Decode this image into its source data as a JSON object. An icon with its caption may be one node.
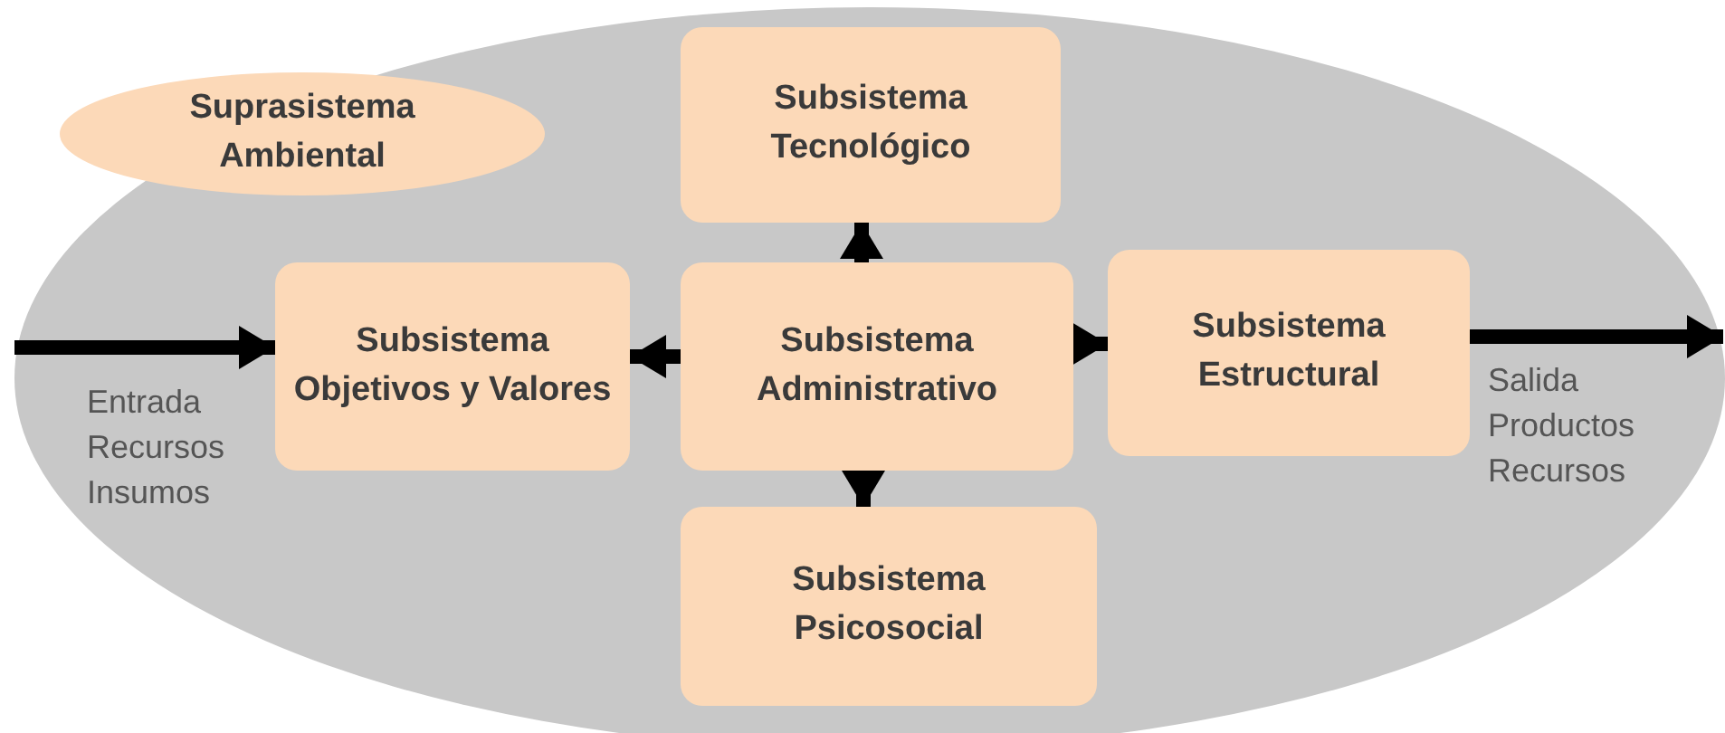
{
  "diagram": {
    "nodes": [
      {
        "text": [],
        "shape": "ellipse"
      },
      {
        "text": [
          "Suprasistema Ambiental"
        ],
        "in": 0
      },
      {
        "text": [
          "Subsistema Tecnológico"
        ],
        "in": 0
      },
      {
        "text": [
          "Subsistema Objetivos y Valores"
        ],
        "in": 0
      },
      {
        "text": [
          "Subsistema Administrativo"
        ],
        "in": 0
      },
      {
        "text": [
          "Subsistema Estructural"
        ],
        "in": 0
      },
      {
        "text": [
          "Subsistema Psicosocial"
        ],
        "in": 0
      }
    ],
    "edges": [
      {
        "from": null,
        "to": 3,
        "arrow": "to",
        "label": "Entrada Recursos Insumos"
      },
      {
        "from": 4,
        "to": 2,
        "arrow": "to"
      },
      {
        "from": 4,
        "to": 3,
        "arrow": "to"
      },
      {
        "from": 4,
        "to": 5,
        "arrow": "to"
      },
      {
        "from": 4,
        "to": 6,
        "arrow": "to"
      },
      {
        "from": 5,
        "to": null,
        "arrow": "to",
        "label": "Salida Productos Recursos"
      }
    ]
  }
}
